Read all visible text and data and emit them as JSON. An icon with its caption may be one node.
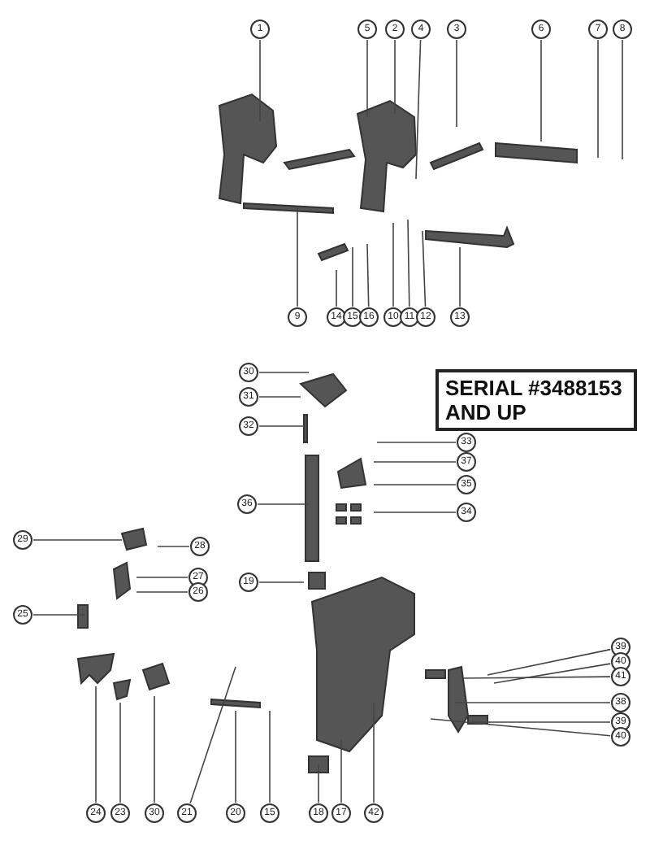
{
  "diagram": {
    "nodes": [
      {
        "text": [
          "1"
        ]
      },
      {
        "text": [
          "5"
        ]
      },
      {
        "text": [
          "2"
        ]
      },
      {
        "text": [
          "4"
        ]
      },
      {
        "text": [
          "3"
        ]
      },
      {
        "text": [
          "6"
        ]
      },
      {
        "text": [
          "7"
        ]
      },
      {
        "text": [
          "8"
        ]
      },
      {
        "text": [
          "9"
        ]
      },
      {
        "text": [
          "14"
        ]
      },
      {
        "text": [
          "15"
        ]
      },
      {
        "text": [
          "16"
        ]
      },
      {
        "text": [
          "10"
        ]
      },
      {
        "text": [
          "11"
        ]
      },
      {
        "text": [
          "12"
        ]
      },
      {
        "text": [
          "13"
        ]
      },
      {
        "text": [
          "30"
        ]
      },
      {
        "text": [
          "31"
        ]
      },
      {
        "text": [
          "32"
        ]
      },
      {
        "text": [
          "36"
        ]
      },
      {
        "text": [
          "19"
        ]
      },
      {
        "text": [
          "33"
        ]
      },
      {
        "text": [
          "37"
        ]
      },
      {
        "text": [
          "35"
        ]
      },
      {
        "text": [
          "34"
        ]
      },
      {
        "text": [
          "29"
        ]
      },
      {
        "text": [
          "28"
        ]
      },
      {
        "text": [
          "27"
        ]
      },
      {
        "text": [
          "26"
        ]
      },
      {
        "text": [
          "25"
        ]
      },
      {
        "text": [
          "39"
        ]
      },
      {
        "text": [
          "40"
        ]
      },
      {
        "text": [
          "41"
        ]
      },
      {
        "text": [
          "38"
        ]
      },
      {
        "text": [
          "39"
        ]
      },
      {
        "text": [
          "40"
        ]
      },
      {
        "text": [
          "24"
        ]
      },
      {
        "text": [
          "23"
        ]
      },
      {
        "text": [
          "30"
        ]
      },
      {
        "text": [
          "21"
        ]
      },
      {
        "text": [
          "20"
        ]
      },
      {
        "text": [
          "15"
        ]
      },
      {
        "text": [
          "18"
        ]
      },
      {
        "text": [
          "17"
        ]
      },
      {
        "text": [
          "42"
        ]
      }
    ],
    "edges": [
      {
        "from": 0,
        "to": null,
        "arrow": "none"
      },
      {
        "from": 1,
        "to": null,
        "arrow": "none"
      },
      {
        "from": 2,
        "to": null,
        "arrow": "none"
      },
      {
        "from": 3,
        "to": null,
        "arrow": "none"
      },
      {
        "from": 4,
        "to": null,
        "arrow": "none"
      },
      {
        "from": 5,
        "to": null,
        "arrow": "none"
      },
      {
        "from": 6,
        "to": null,
        "arrow": "none"
      },
      {
        "from": 7,
        "to": null,
        "arrow": "none"
      },
      {
        "from": 8,
        "to": null,
        "arrow": "none"
      },
      {
        "from": 9,
        "to": null,
        "arrow": "none"
      },
      {
        "from": 10,
        "to": null,
        "arrow": "none"
      },
      {
        "from": 11,
        "to": null,
        "arrow": "none"
      },
      {
        "from": 12,
        "to": null,
        "arrow": "none"
      },
      {
        "from": 13,
        "to": null,
        "arrow": "none"
      },
      {
        "from": 14,
        "to": null,
        "arrow": "none"
      },
      {
        "from": 15,
        "to": null,
        "arrow": "none"
      },
      {
        "from": 16,
        "to": null,
        "arrow": "none"
      },
      {
        "from": 17,
        "to": null,
        "arrow": "none"
      },
      {
        "from": 18,
        "to": null,
        "arrow": "none"
      },
      {
        "from": 19,
        "to": null,
        "arrow": "none"
      },
      {
        "from": 20,
        "to": null,
        "arrow": "none"
      },
      {
        "from": 21,
        "to": null,
        "arrow": "none"
      },
      {
        "from": 22,
        "to": null,
        "arrow": "none"
      },
      {
        "from": 23,
        "to": null,
        "arrow": "none"
      },
      {
        "from": 24,
        "to": null,
        "arrow": "none"
      },
      {
        "from": 25,
        "to": null,
        "arrow": "none"
      },
      {
        "from": 26,
        "to": null,
        "arrow": "none"
      },
      {
        "from": 27,
        "to": null,
        "arrow": "none"
      },
      {
        "from": 28,
        "to": null,
        "arrow": "none"
      },
      {
        "from": 29,
        "to": null,
        "arrow": "none"
      },
      {
        "from": 30,
        "to": null,
        "arrow": "none"
      },
      {
        "from": 31,
        "to": null,
        "arrow": "none"
      },
      {
        "from": 32,
        "to": null,
        "arrow": "none"
      },
      {
        "from": 33,
        "to": null,
        "arrow": "none"
      },
      {
        "from": 34,
        "to": null,
        "arrow": "none"
      },
      {
        "from": 35,
        "to": null,
        "arrow": "none"
      },
      {
        "from": 36,
        "to": null,
        "arrow": "none"
      },
      {
        "from": 37,
        "to": null,
        "arrow": "none"
      },
      {
        "from": 38,
        "to": null,
        "arrow": "none"
      },
      {
        "from": 39,
        "to": null,
        "arrow": "none"
      },
      {
        "from": 40,
        "to": null,
        "arrow": "none"
      },
      {
        "from": 41,
        "to": null,
        "arrow": "none"
      },
      {
        "from": 42,
        "to": null,
        "arrow": "none"
      },
      {
        "from": 43,
        "to": null,
        "arrow": "none"
      },
      {
        "from": 44,
        "to": null,
        "arrow": "none"
      }
    ],
    "labels": [
      "SERIAL #3488153 AND UP"
    ]
  }
}
